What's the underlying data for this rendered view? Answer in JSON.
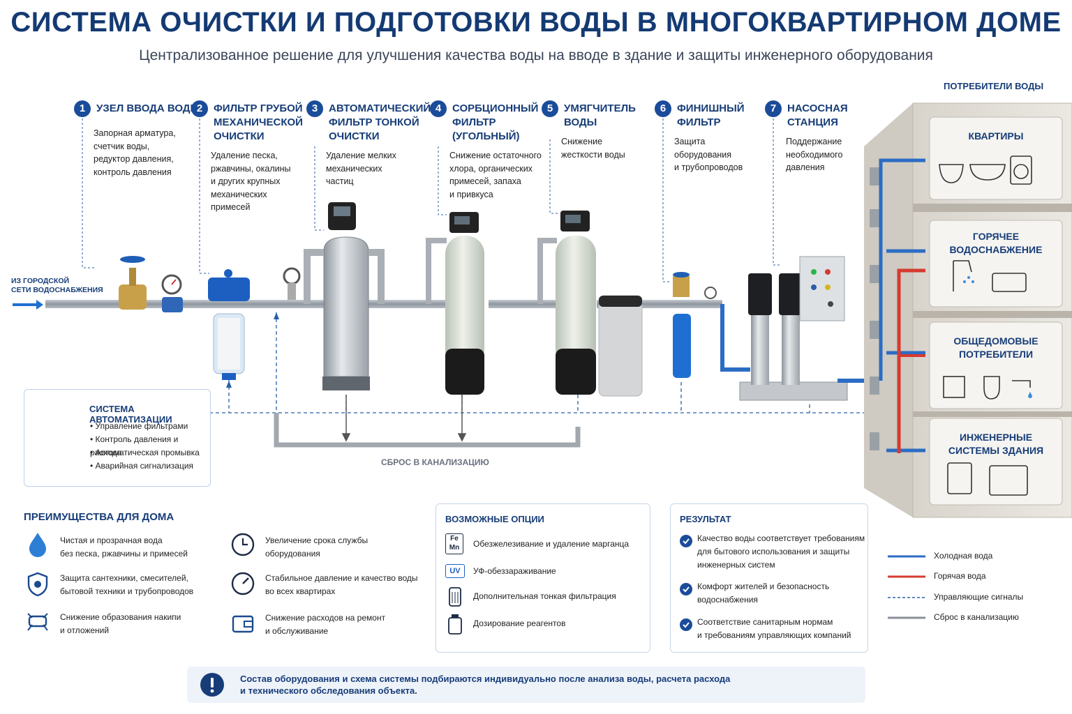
{
  "header": {
    "title": "СИСТЕМА ОЧИСТКИ И ПОДГОТОВКИ ВОДЫ В МНОГОКВАРТИРНОМ ДОМЕ",
    "subtitle": "Централизованное решение для улучшения качества воды на вводе в здание и защиты инженерного оборудования"
  },
  "steps": [
    {
      "num": "1",
      "title": "УЗЕЛ ВВОДА ВОДЫ",
      "desc": "Запорная арматура,\nсчетчик воды,\nредуктор давления,\nконтроль давления"
    },
    {
      "num": "2",
      "title": "ФИЛЬТР ГРУБОЙ\nМЕХАНИЧЕСКОЙ\nОЧИСТКИ",
      "desc": "Удаление песка,\nржавчины, окалины\nи других крупных\nмеханических\nпримесей"
    },
    {
      "num": "3",
      "title": "АВТОМАТИЧЕСКИЙ\nФИЛЬТР ТОНКОЙ\nОЧИСТКИ",
      "desc": "Удаление мелких\nмеханических\nчастиц"
    },
    {
      "num": "4",
      "title": "СОРБЦИОННЫЙ\nФИЛЬТР\n(УГОЛЬНЫЙ)",
      "desc": "Снижение остаточного\nхлора, органических\nпримесей, запаха\nи привкуса"
    },
    {
      "num": "5",
      "title": "УМЯГЧИТЕЛЬ\nВОДЫ",
      "desc": "Снижение\nжесткости воды"
    },
    {
      "num": "6",
      "title": "ФИНИШНЫЙ\nФИЛЬТР",
      "desc": "Защита\nоборудования\nи трубопроводов"
    },
    {
      "num": "7",
      "title": "НАСОСНАЯ\nСТАНЦИЯ",
      "desc": "Поддержание\nнеобходимого\nдавления"
    }
  ],
  "inlet_label": "ИЗ ГОРОДСКОЙ\nСЕТИ ВОДОСНАБЖЕНИЯ",
  "drain_label": "СБРОС В КАНАЛИЗАЦИЮ",
  "consumers": {
    "title": "ПОТРЕБИТЕЛИ ВОДЫ",
    "floors": [
      "КВАРТИРЫ",
      "ГОРЯЧЕЕ\nВОДОСНАБЖЕНИЕ",
      "ОБЩЕДОМОВЫЕ\nПОТРЕБИТЕЛИ",
      "ИНЖЕНЕРНЫЕ\nСИСТЕМЫ ЗДАНИЯ"
    ]
  },
  "automation": {
    "title": "СИСТЕМА АВТОМАТИЗАЦИИ",
    "items": [
      "Управление фильтрами",
      "Контроль давления и расхода",
      "Автоматическая промывка",
      "Аварийная сигнализация"
    ]
  },
  "advantages": {
    "title": "ПРЕИМУЩЕСТВА ДЛЯ ДОМА",
    "items": [
      {
        "icon": "water-drop-icon",
        "text": "Чистая и прозрачная вода\nбез песка, ржавчины и примесей"
      },
      {
        "icon": "clock-icon",
        "text": "Увеличение срока службы\nоборудования"
      },
      {
        "icon": "shield-icon",
        "text": "Защита сантехники, смесителей,\nбытовой техники и трубопроводов"
      },
      {
        "icon": "gauge-icon",
        "text": "Стабильное давление и качество воды\nво всех квартирах"
      },
      {
        "icon": "pipe-scale-icon",
        "text": "Снижение образования накипи\nи отложений"
      },
      {
        "icon": "wallet-icon",
        "text": "Снижение расходов на ремонт\nи обслуживание"
      }
    ]
  },
  "options": {
    "title": "ВОЗМОЖНЫЕ ОПЦИИ",
    "items": [
      {
        "icon": "fe-mn-icon",
        "badge_top": "Fe",
        "badge_bottom": "Mn",
        "text": "Обезжелезивание и удаление марганца"
      },
      {
        "icon": "uv-icon",
        "badge_top": "UV",
        "text": "УФ-обеззараживание"
      },
      {
        "icon": "filter-cartridge-icon",
        "text": "Дополнительная тонкая фильтрация"
      },
      {
        "icon": "dosing-tank-icon",
        "text": "Дозирование реагентов"
      }
    ]
  },
  "result": {
    "title": "РЕЗУЛЬТАТ",
    "items": [
      "Качество воды соответствует требованиям\nдля бытового использования и защиты\nинженерных систем",
      "Комфорт жителей и безопасность\nводоснабжения",
      "Соответствие санитарным нормам\nи требованиям управляющих компаний"
    ]
  },
  "legend": [
    {
      "label": "Холодная вода",
      "color": "#2b6cc4",
      "style": "solid"
    },
    {
      "label": "Горячая вода",
      "color": "#d63a2f",
      "style": "solid"
    },
    {
      "label": "Управляющие сигналы",
      "color": "#2b5ea8",
      "style": "dashed"
    },
    {
      "label": "Сброс в канализацию",
      "color": "#8a8f98",
      "style": "solid"
    }
  ],
  "notice": {
    "icon": "exclamation-icon",
    "text": "Состав оборудования и схема системы подбираются индивидуально после анализа воды, расчета расхода\nи технического обследования объекта."
  },
  "colors": {
    "primary": "#173d78",
    "cold": "#2b6cc4",
    "hot": "#d63a2f",
    "drain": "#8a8f98"
  }
}
